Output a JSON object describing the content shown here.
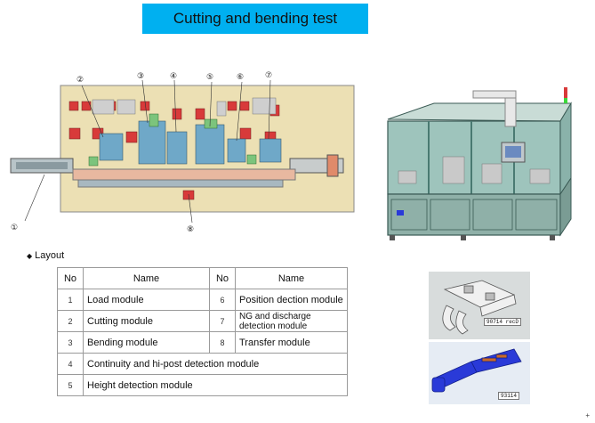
{
  "title": "Cutting and bending test",
  "drawing": {
    "callouts": [
      "①",
      "②",
      "③",
      "④",
      "⑤",
      "⑥",
      "⑦",
      "⑧"
    ]
  },
  "layout_heading": {
    "bullet": "◆",
    "text": "Layout"
  },
  "table": {
    "header": {
      "no_label": "No",
      "name_label": "Name"
    },
    "rows": [
      {
        "left_no": "1",
        "left_name": "Load module",
        "right_no": "6",
        "right_name": "Position dection module"
      },
      {
        "left_no": "2",
        "left_name": "Cutting module",
        "right_no": "7",
        "right_name": "NG and discharge detection module"
      },
      {
        "left_no": "3",
        "left_name": "Bending module",
        "right_no": "8",
        "right_name": "Transfer module"
      }
    ],
    "wide_rows": [
      {
        "no": "4",
        "name": "Continuity and hi-post detection module"
      },
      {
        "no": "5",
        "name": "Height detection module"
      }
    ]
  },
  "photos": {
    "label_1": "90714 recD",
    "label_2": "93114"
  },
  "corner_mark": "+",
  "colors": {
    "title_bg": "#00b0f0",
    "plate": "#ece0b4",
    "machine_frame": "#4a7a72",
    "part_blue": "#2a3ad8"
  }
}
